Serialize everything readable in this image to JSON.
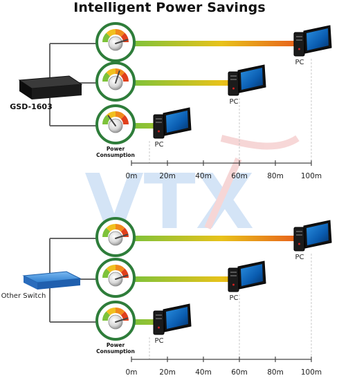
{
  "title": "Intelligent Power Savings",
  "watermark": "VTX",
  "colors": {
    "beam_start": "#7dc23a",
    "beam_mid": "#e8c21a",
    "beam_end": "#e8501c",
    "ring": "#2e7d3a",
    "tick_line": "#444444"
  },
  "scenarios": [
    {
      "switch_label": "GSD-1603",
      "switch_icon": "black-switch-icon",
      "consumption_label": "Power\nConsumption",
      "pc_label": "PC",
      "links": [
        {
          "distance_m": 100,
          "gauge_level": 0.9
        },
        {
          "distance_m": 60,
          "gauge_level": 0.6
        },
        {
          "distance_m": 10,
          "gauge_level": 0.3
        }
      ],
      "axis": {
        "ticks": [
          "0m",
          "20m",
          "40m",
          "60m",
          "80m",
          "100m"
        ],
        "tick_values": [
          0,
          20,
          40,
          60,
          80,
          100
        ]
      }
    },
    {
      "switch_label": "Other Switch",
      "switch_icon": "blue-switch-icon",
      "consumption_label": "Power\nConsumption",
      "pc_label": "PC",
      "links": [
        {
          "distance_m": 100,
          "gauge_level": 0.9
        },
        {
          "distance_m": 60,
          "gauge_level": 0.9
        },
        {
          "distance_m": 10,
          "gauge_level": 0.9
        }
      ],
      "axis": {
        "ticks": [
          "0m",
          "20m",
          "40m",
          "60m",
          "80m",
          "100m"
        ],
        "tick_values": [
          0,
          20,
          40,
          60,
          80,
          100
        ]
      }
    }
  ]
}
